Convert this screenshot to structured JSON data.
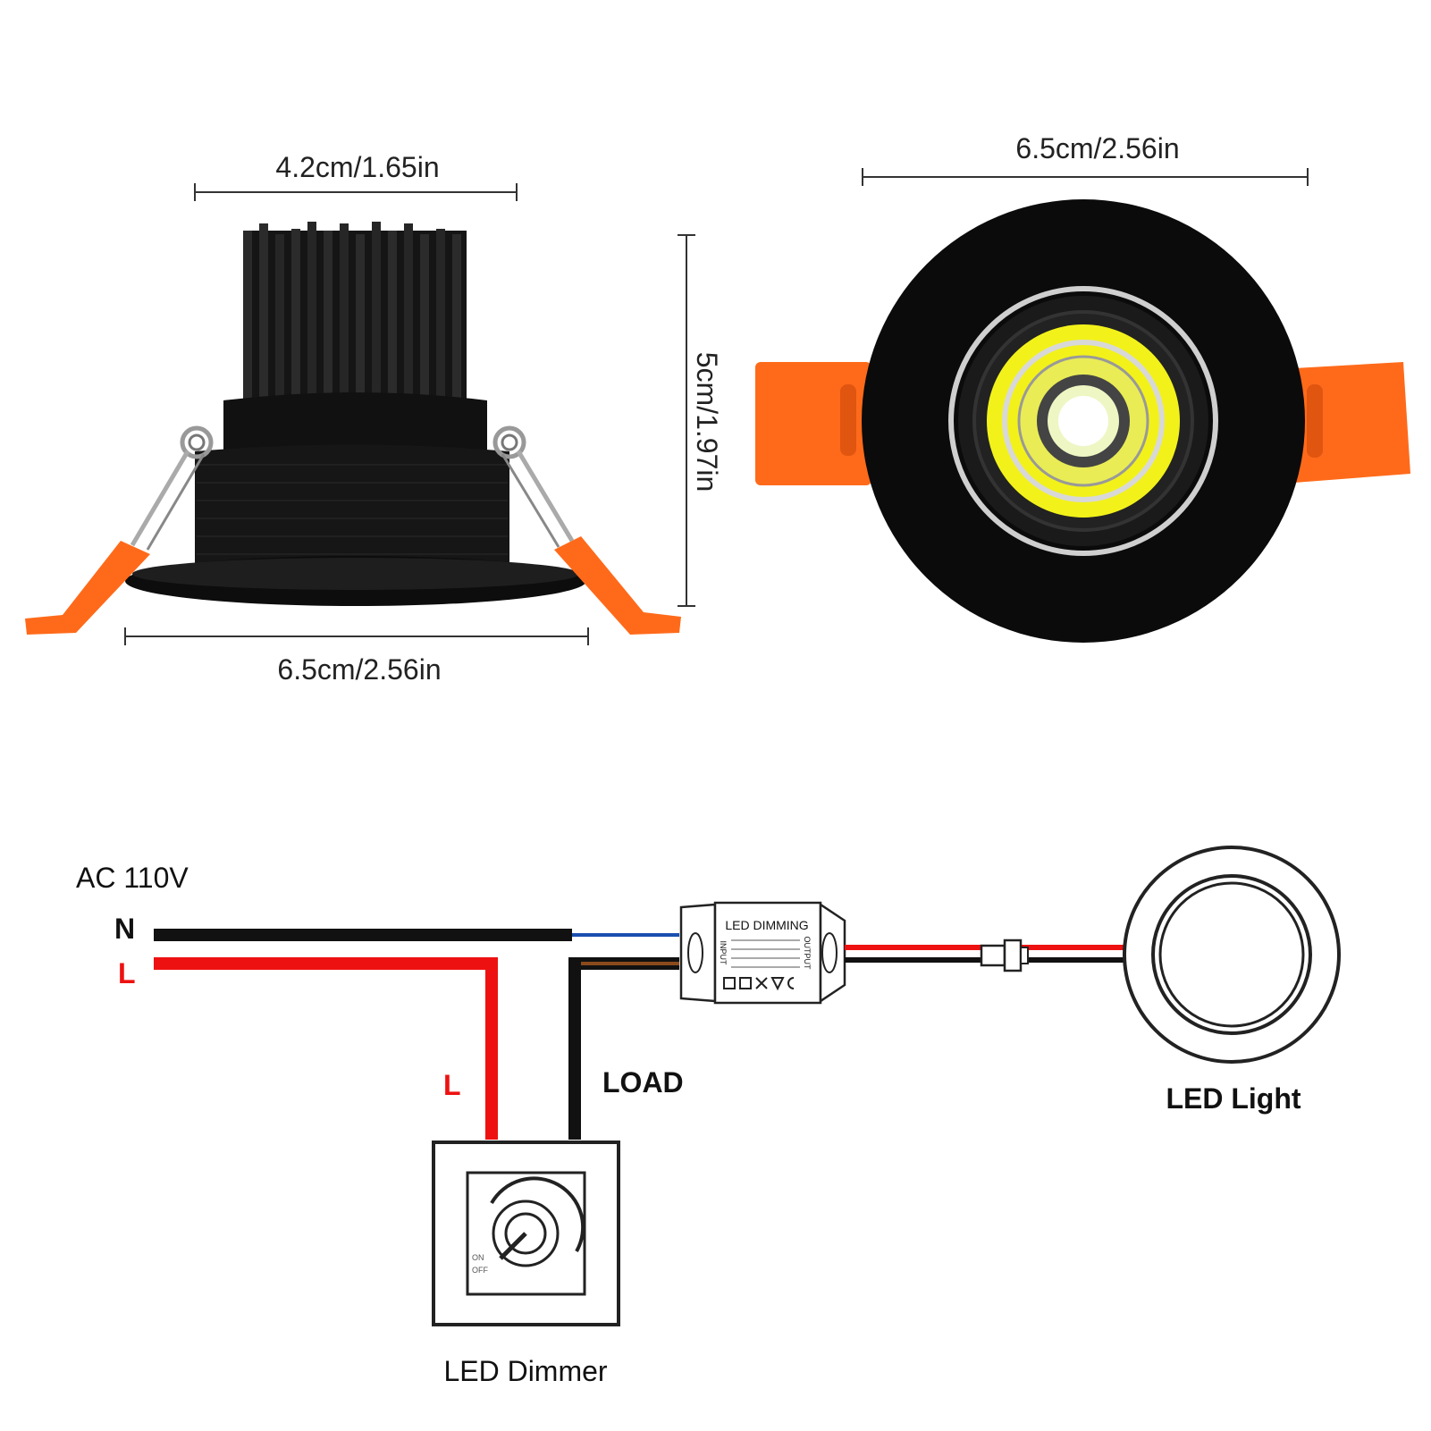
{
  "dimensions": {
    "top_width": "4.2cm/1.65in",
    "bottom_width": "6.5cm/2.56in",
    "height": "5cm/1.97in",
    "front_diameter": "6.5cm/2.56in"
  },
  "wiring": {
    "supply": "AC 110V",
    "neutral": "N",
    "live": "L",
    "dimmer_live": "L",
    "load": "LOAD",
    "driver_title": "LED DIMMING",
    "driver_input": "INPUT",
    "driver_output": "OUTPUT",
    "dimmer_on": "ON",
    "dimmer_off": "OFF",
    "dimmer_label": "LED Dimmer",
    "light_label": "LED Light"
  },
  "colors": {
    "live_wire": "#ee1111",
    "neutral_wire": "#111111",
    "blue_wire": "#1a4fb0",
    "brown_wire": "#8b4a1c",
    "clip_orange": "#ff6a1a",
    "led_yellow": "#f2f21a"
  }
}
